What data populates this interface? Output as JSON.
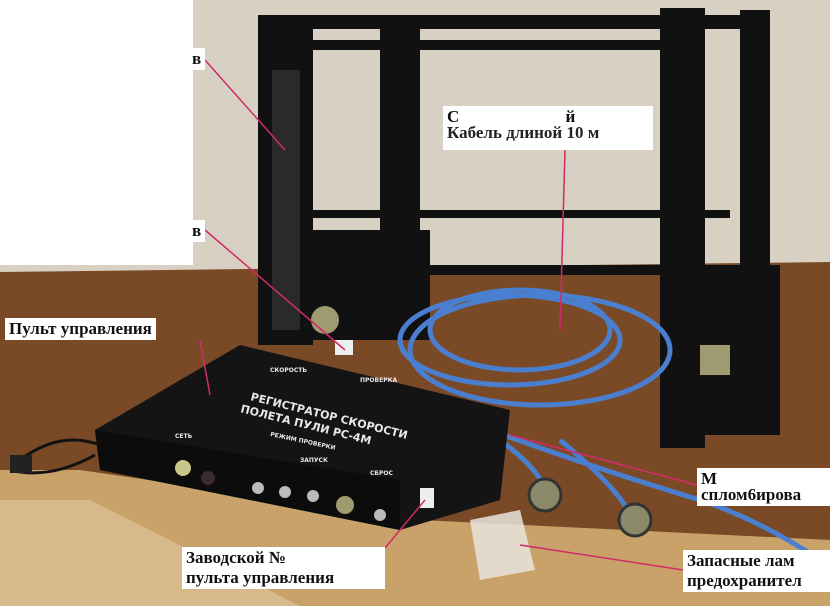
{
  "labels": {
    "top_left_suffix": "в",
    "mid_left_suffix": "в",
    "cable_line1": "С                         й",
    "cable_line2": "Кабель длиной 10 м",
    "control_panel": "Пульт управления",
    "serial_line1": "Заводской №",
    "serial_line2": "пульта управления",
    "sealed_line1": "М",
    "sealed_line2": "сплом6ирова",
    "spares_line1": "Запасные лам",
    "spares_line2": "предохранител"
  },
  "device": {
    "title_line1": "РЕГИСТРАТОР СКОРОСТИ",
    "title_line2": "ПОЛЕТА ПУЛИ   РС-4М",
    "speed": "СКОРОСТЬ",
    "check": "ПРОВЕРКА",
    "mode": "РЕЖИМ ПРОВЕРКИ",
    "network": "СЕТЬ",
    "reset": "СБРОС",
    "launch": "ЗАПУСК"
  },
  "colors": {
    "wall": "#d9d0c4",
    "table": "#7a4a26",
    "frame": "#111111",
    "cable": "#4a7fd0",
    "pointer": "#d02a6a"
  }
}
